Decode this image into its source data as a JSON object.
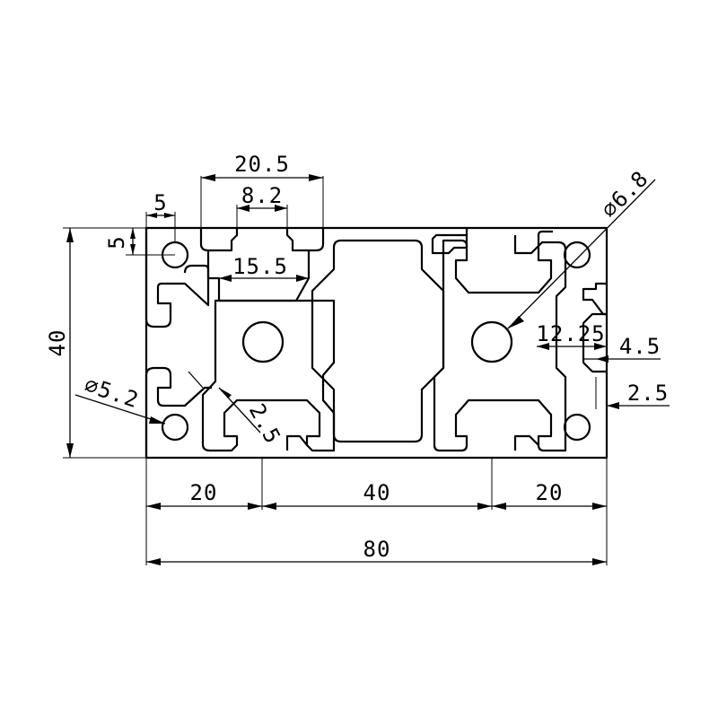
{
  "diagram": {
    "colors": {
      "line": "#000000",
      "background": "#ffffff"
    },
    "dimensions": {
      "overall_width": "80",
      "overall_height": "40",
      "section_left": "20",
      "section_middle": "40",
      "section_right": "20",
      "slot_outer": "20.5",
      "slot_opening": "8.2",
      "slot_inner": "15.5",
      "edge_offset_x": "5",
      "edge_offset_y": "5",
      "small_hole_dia": "⌀5.2",
      "large_hole_dia": "⌀6.8",
      "wall_thickness": "2.5",
      "slot_depth": "12.25",
      "lip_height": "4.5",
      "lip_thickness": "2.5"
    }
  }
}
